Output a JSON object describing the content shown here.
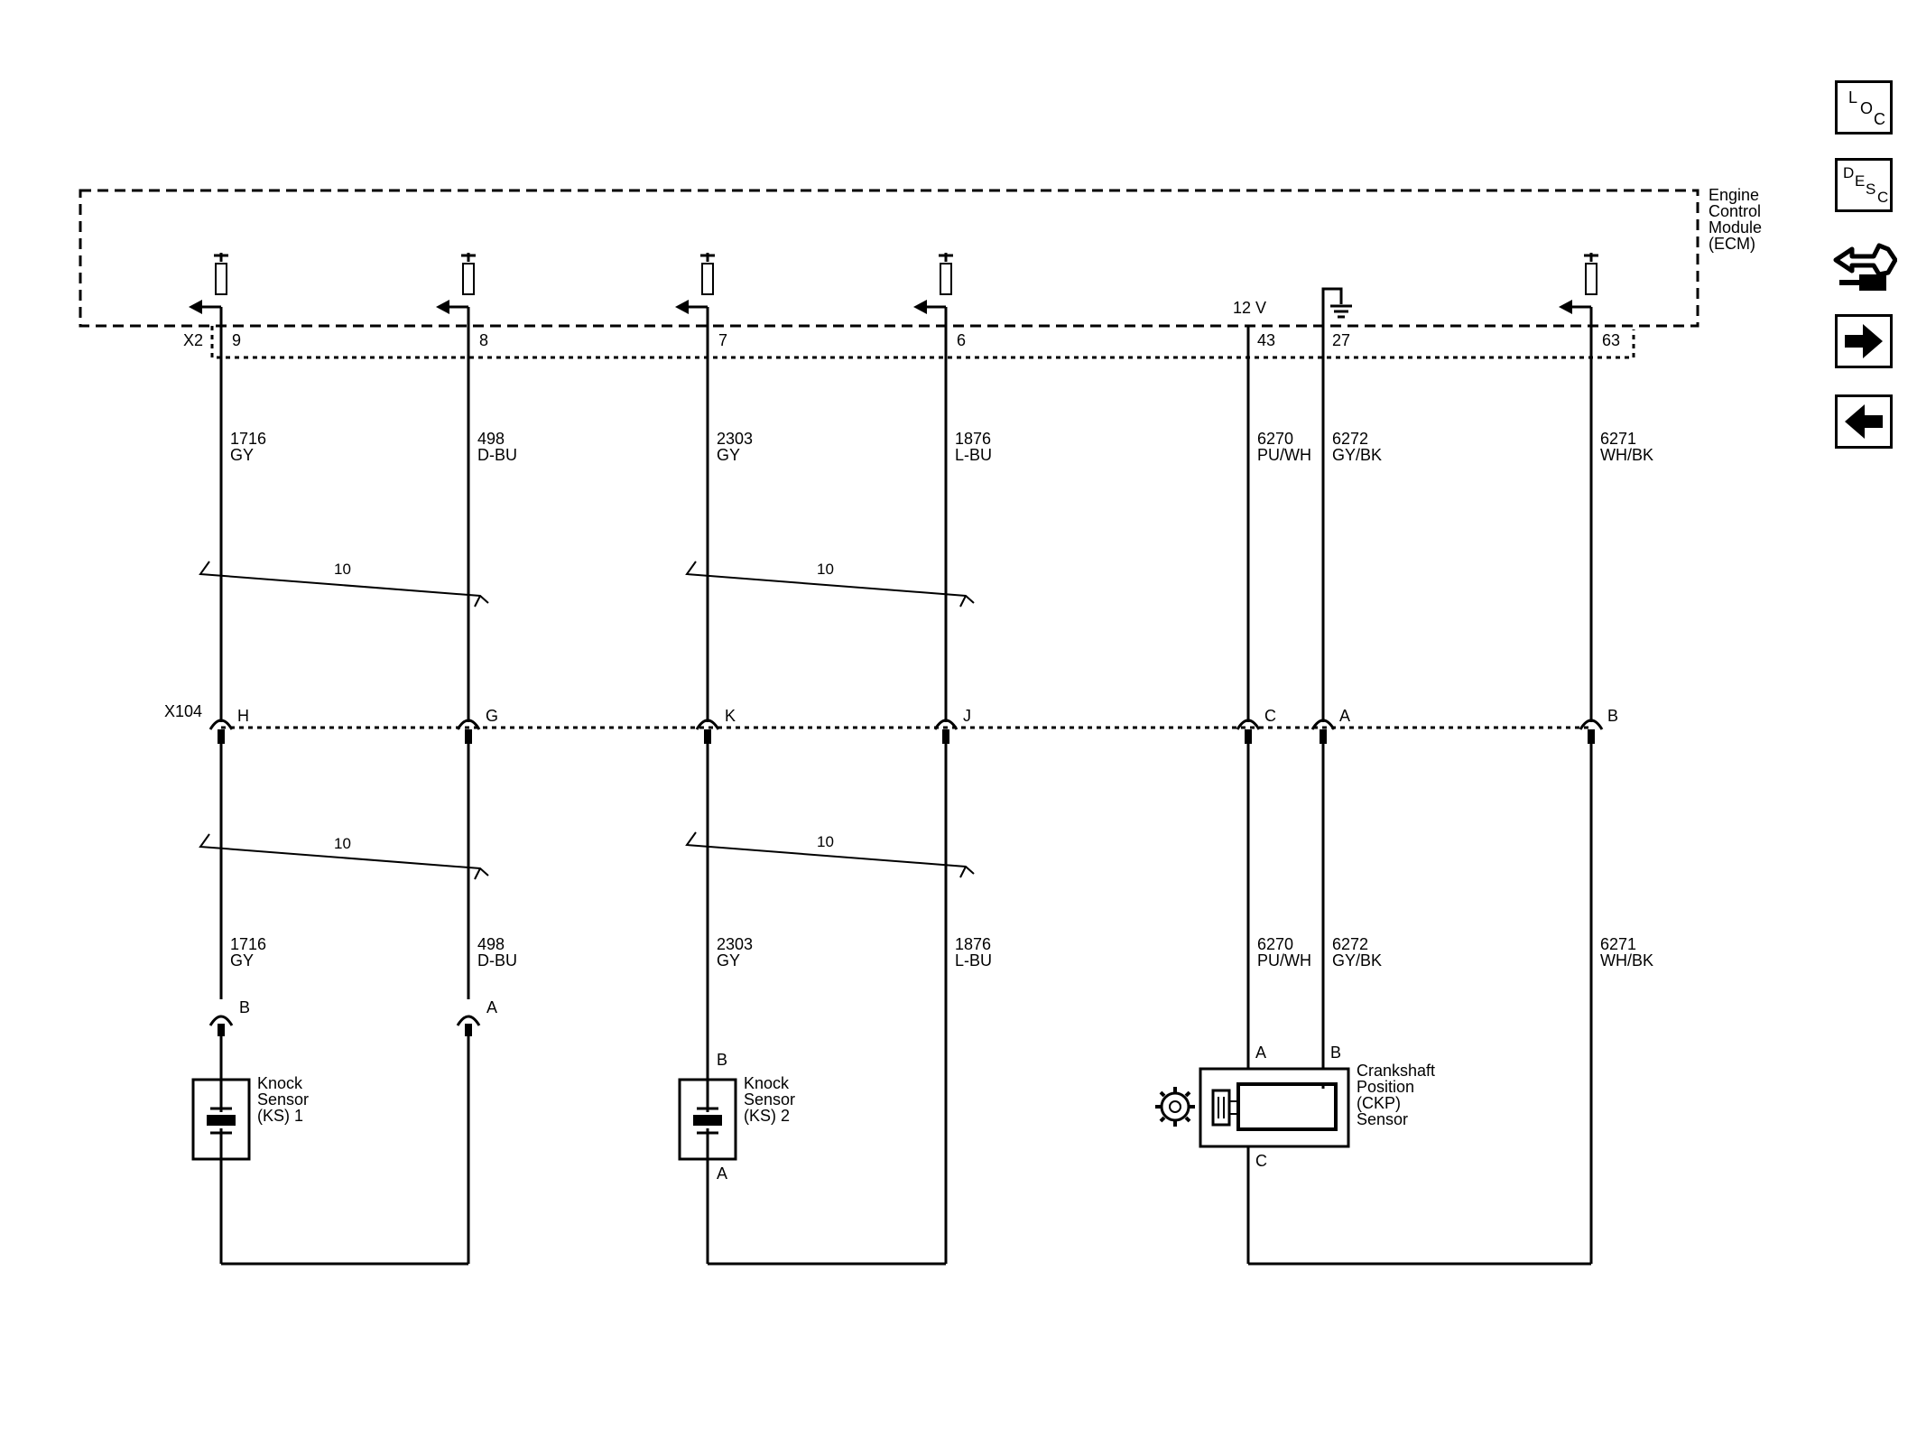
{
  "ecm": {
    "name": [
      "Engine",
      "Control",
      "Module",
      "(ECM)"
    ],
    "connector": "X2",
    "supply_label": "12 V"
  },
  "inline_connector": "X104",
  "shield_value": "10",
  "circuits": {
    "c1": {
      "ecm_pin": "9",
      "x104_pin": "H",
      "wire_num": "1716",
      "wire_color": "GY",
      "comp_pin": "B"
    },
    "c2": {
      "ecm_pin": "8",
      "x104_pin": "G",
      "wire_num": "498",
      "wire_color": "D-BU",
      "comp_pin": "A"
    },
    "c3": {
      "ecm_pin": "7",
      "x104_pin": "K",
      "wire_num": "2303",
      "wire_color": "GY",
      "comp_pin": "B"
    },
    "c4": {
      "ecm_pin": "6",
      "x104_pin": "J",
      "wire_num": "1876",
      "wire_color": "L-BU",
      "comp_pin": "A"
    },
    "c5": {
      "ecm_pin": "43",
      "x104_pin": "C",
      "wire_num": "6270",
      "wire_color": "PU/WH",
      "comp_pin": "A"
    },
    "c6": {
      "ecm_pin": "27",
      "x104_pin": "A",
      "wire_num": "6272",
      "wire_color": "GY/BK",
      "comp_pin": "B"
    },
    "c7": {
      "ecm_pin": "63",
      "x104_pin": "B",
      "wire_num": "6271",
      "wire_color": "WH/BK",
      "comp_pin": "C"
    }
  },
  "components": {
    "ks1": [
      "Knock",
      "Sensor",
      "(KS) 1"
    ],
    "ks2": [
      "Knock",
      "Sensor",
      "(KS) 2"
    ],
    "ckp": [
      "Crankshaft",
      "Position",
      "(CKP)",
      "Sensor"
    ]
  },
  "nav": {
    "loc": [
      "L",
      "O",
      "C"
    ],
    "desc": [
      "D",
      "E",
      "S",
      "C"
    ],
    "icons": [
      "connector-tool-icon",
      "arrow-right-icon",
      "arrow-left-icon"
    ]
  }
}
